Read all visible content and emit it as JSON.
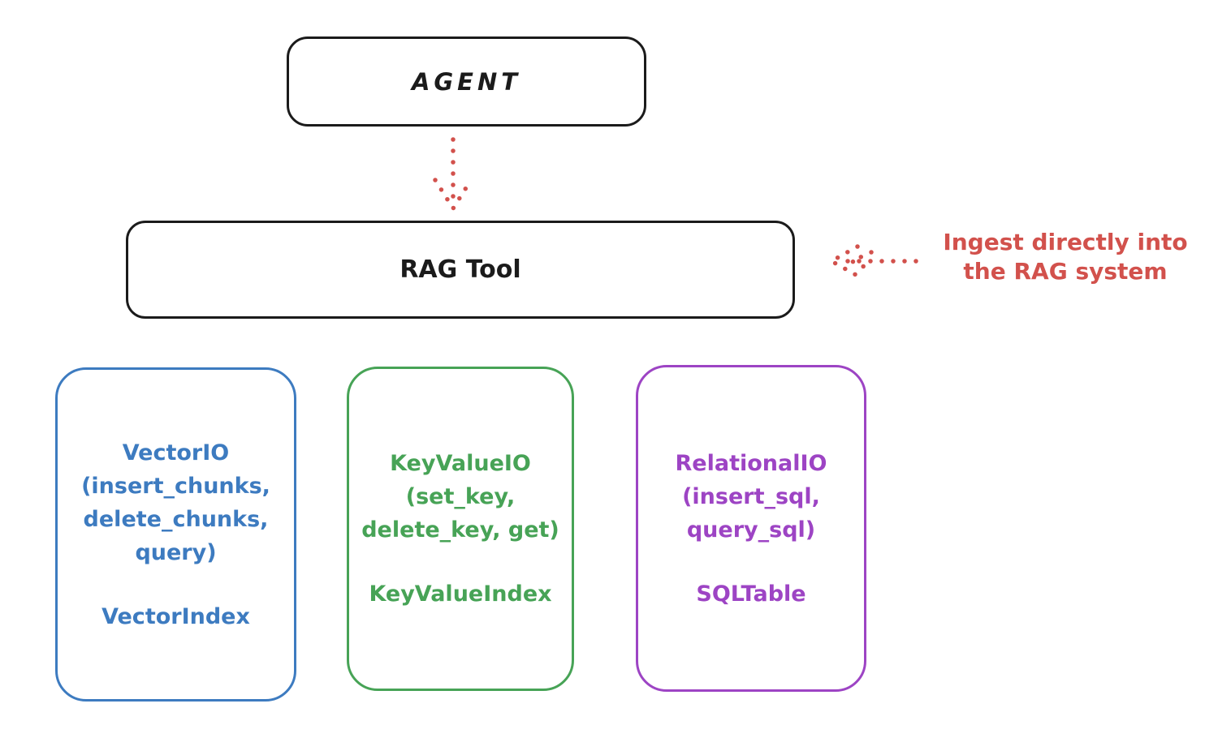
{
  "diagram": {
    "background": "#ffffff",
    "ink_color": "#1b1b1b",
    "agent": {
      "label": "AGENT"
    },
    "rag_tool": {
      "label": "RAG Tool"
    },
    "annotation": {
      "line1": "Ingest directly into",
      "line2": "the RAG system",
      "color": "#d2514c"
    },
    "arrows": [
      {
        "name": "agent-to-rag",
        "style": "dotted",
        "color": "#d2514c",
        "direction": "down"
      },
      {
        "name": "ingest-into-rag",
        "style": "dotted",
        "color": "#d2514c",
        "direction": "left"
      }
    ],
    "stores": [
      {
        "color": "#3d7bc0",
        "lines": [
          "VectorIO",
          "(insert_chunks,",
          "delete_chunks,",
          "query)"
        ],
        "index_label": "VectorIndex"
      },
      {
        "color": "#47a356",
        "lines": [
          "KeyValueIO",
          "(set_key,",
          "delete_key, get)"
        ],
        "index_label": "KeyValueIndex"
      },
      {
        "color": "#9d44c4",
        "lines": [
          "RelationalIO",
          "(insert_sql,",
          "query_sql)"
        ],
        "index_label": "SQLTable"
      }
    ]
  }
}
